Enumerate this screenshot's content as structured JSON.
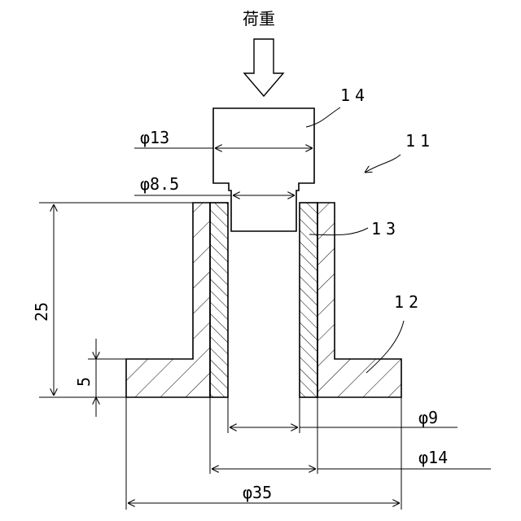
{
  "labels": {
    "load": "荷重",
    "assembly": "11",
    "base": "12",
    "sleeve": "13",
    "punch": "14"
  },
  "dimensions": {
    "punch_width": "φ13",
    "punch_tip": "φ8.5",
    "height_total": "25",
    "flange_height": "5",
    "bore": "φ9",
    "sleeve_outer": "φ14",
    "base_width": "φ35"
  }
}
